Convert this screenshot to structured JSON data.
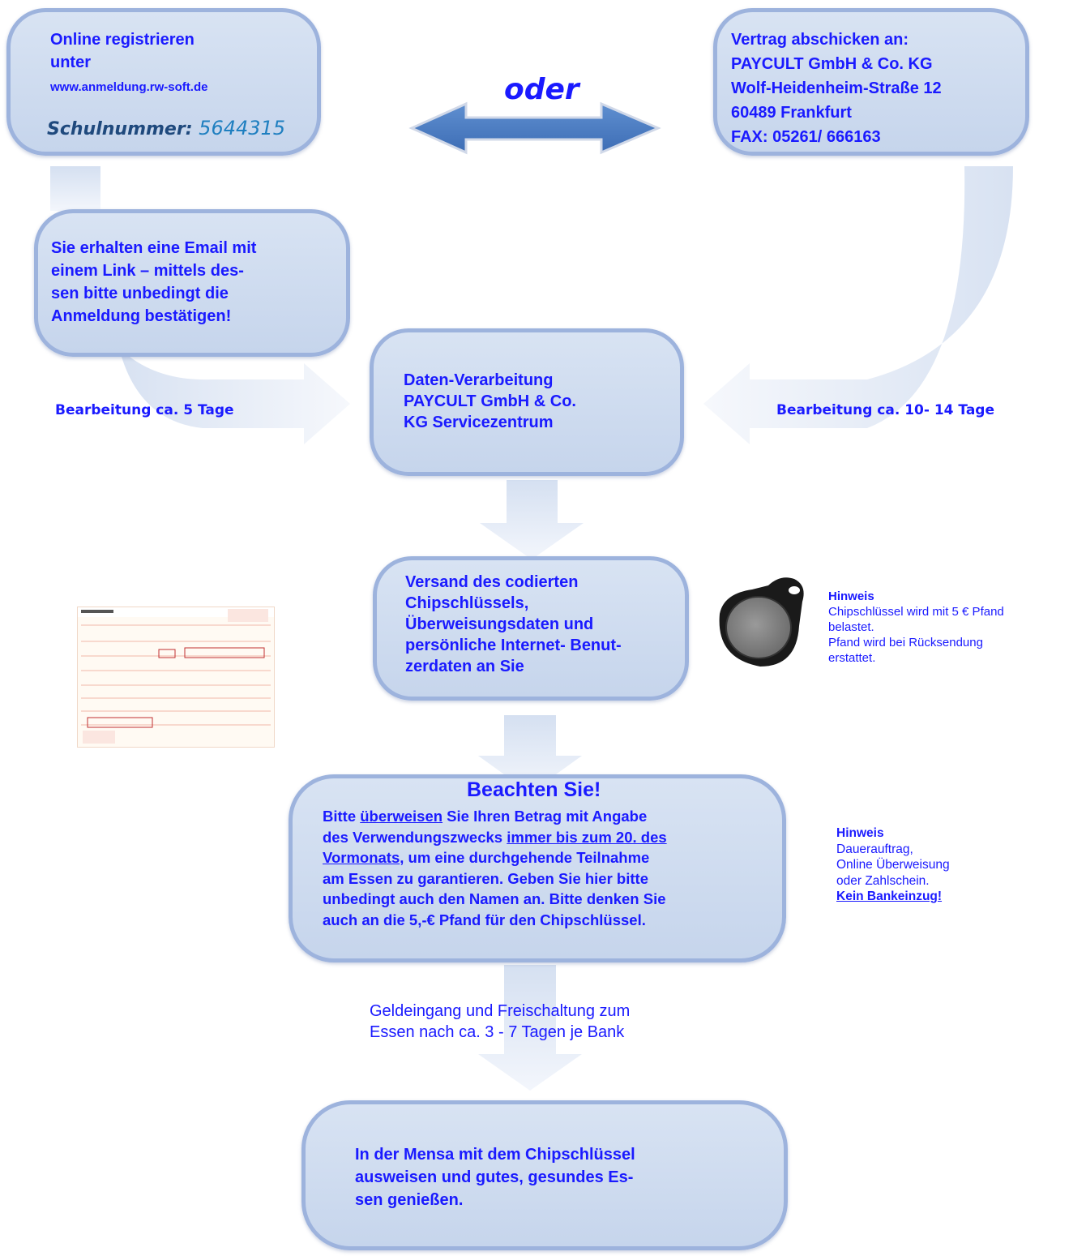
{
  "box1": {
    "line1": "Online registrieren",
    "line2": "unter",
    "url": "www.anmeldung.rw-soft.de",
    "school_label": "Schulnummer:",
    "school_number": "5644315"
  },
  "oder": "oder",
  "box2": {
    "line1": "Vertrag abschicken an:",
    "line2": "PAYCULT GmbH & Co. KG",
    "line3": "Wolf-Heidenheim-Straße 12",
    "line4": "60489 Frankfurt",
    "line5": "FAX: 05261/ 666163"
  },
  "box3": {
    "lines": [
      "Sie erhalten eine Email mit",
      "einem Link – mittels des-",
      "sen bitte unbedingt die",
      "Anmeldung bestätigen!"
    ]
  },
  "label_left": "Bearbeitung ca. 5 Tage",
  "label_right": "Bearbeitung ca. 10- 14 Tage",
  "box4": {
    "lines": [
      "Daten-Verarbeitung",
      "PAYCULT GmbH & Co.",
      "KG Servicezentrum"
    ]
  },
  "box5": {
    "lines": [
      "Versand des codierten",
      "Chipschlüssels,",
      "Überweisungsdaten und",
      "persönliche Internet- Benut-",
      "zerdaten an Sie"
    ]
  },
  "hint1": {
    "title": "Hinweis",
    "lines": [
      "Chipschlüssel wird mit 5 € Pfand",
      "belastet.",
      "Pfand wird bei Rücksendung",
      "erstattet."
    ]
  },
  "box6": {
    "title": "Beachten Sie!",
    "l1a": "Bitte ",
    "l1b": "überweisen",
    "l1c": " Sie Ihren Betrag mit Angabe",
    "l2a": "des Verwendungszwecks ",
    "l2b": "immer bis zum 20. des",
    "l3a": "Vormonats",
    "l3b": ", um eine durchgehende Teilnahme",
    "l4": "am Essen zu garantieren. Geben Sie hier bitte",
    "l5": "unbedingt auch den Namen an. Bitte denken Sie",
    "l6": "auch an die 5,-€ Pfand für den Chipschlüssel."
  },
  "hint2": {
    "title": "Hinweis",
    "lines": [
      "Dauerauftrag,",
      "Online Überweisung",
      "oder Zahlschein."
    ],
    "no_debit": "Kein Bankeinzug!"
  },
  "money_text": {
    "lines": [
      "Geldeingang und Freischaltung zum",
      "Essen nach ca. 3 - 7 Tagen je Bank"
    ]
  },
  "box7": {
    "lines": [
      "In der Mensa mit dem Chipschlüssel",
      "ausweisen und gutes, gesundes Es-",
      "sen genießen."
    ]
  }
}
